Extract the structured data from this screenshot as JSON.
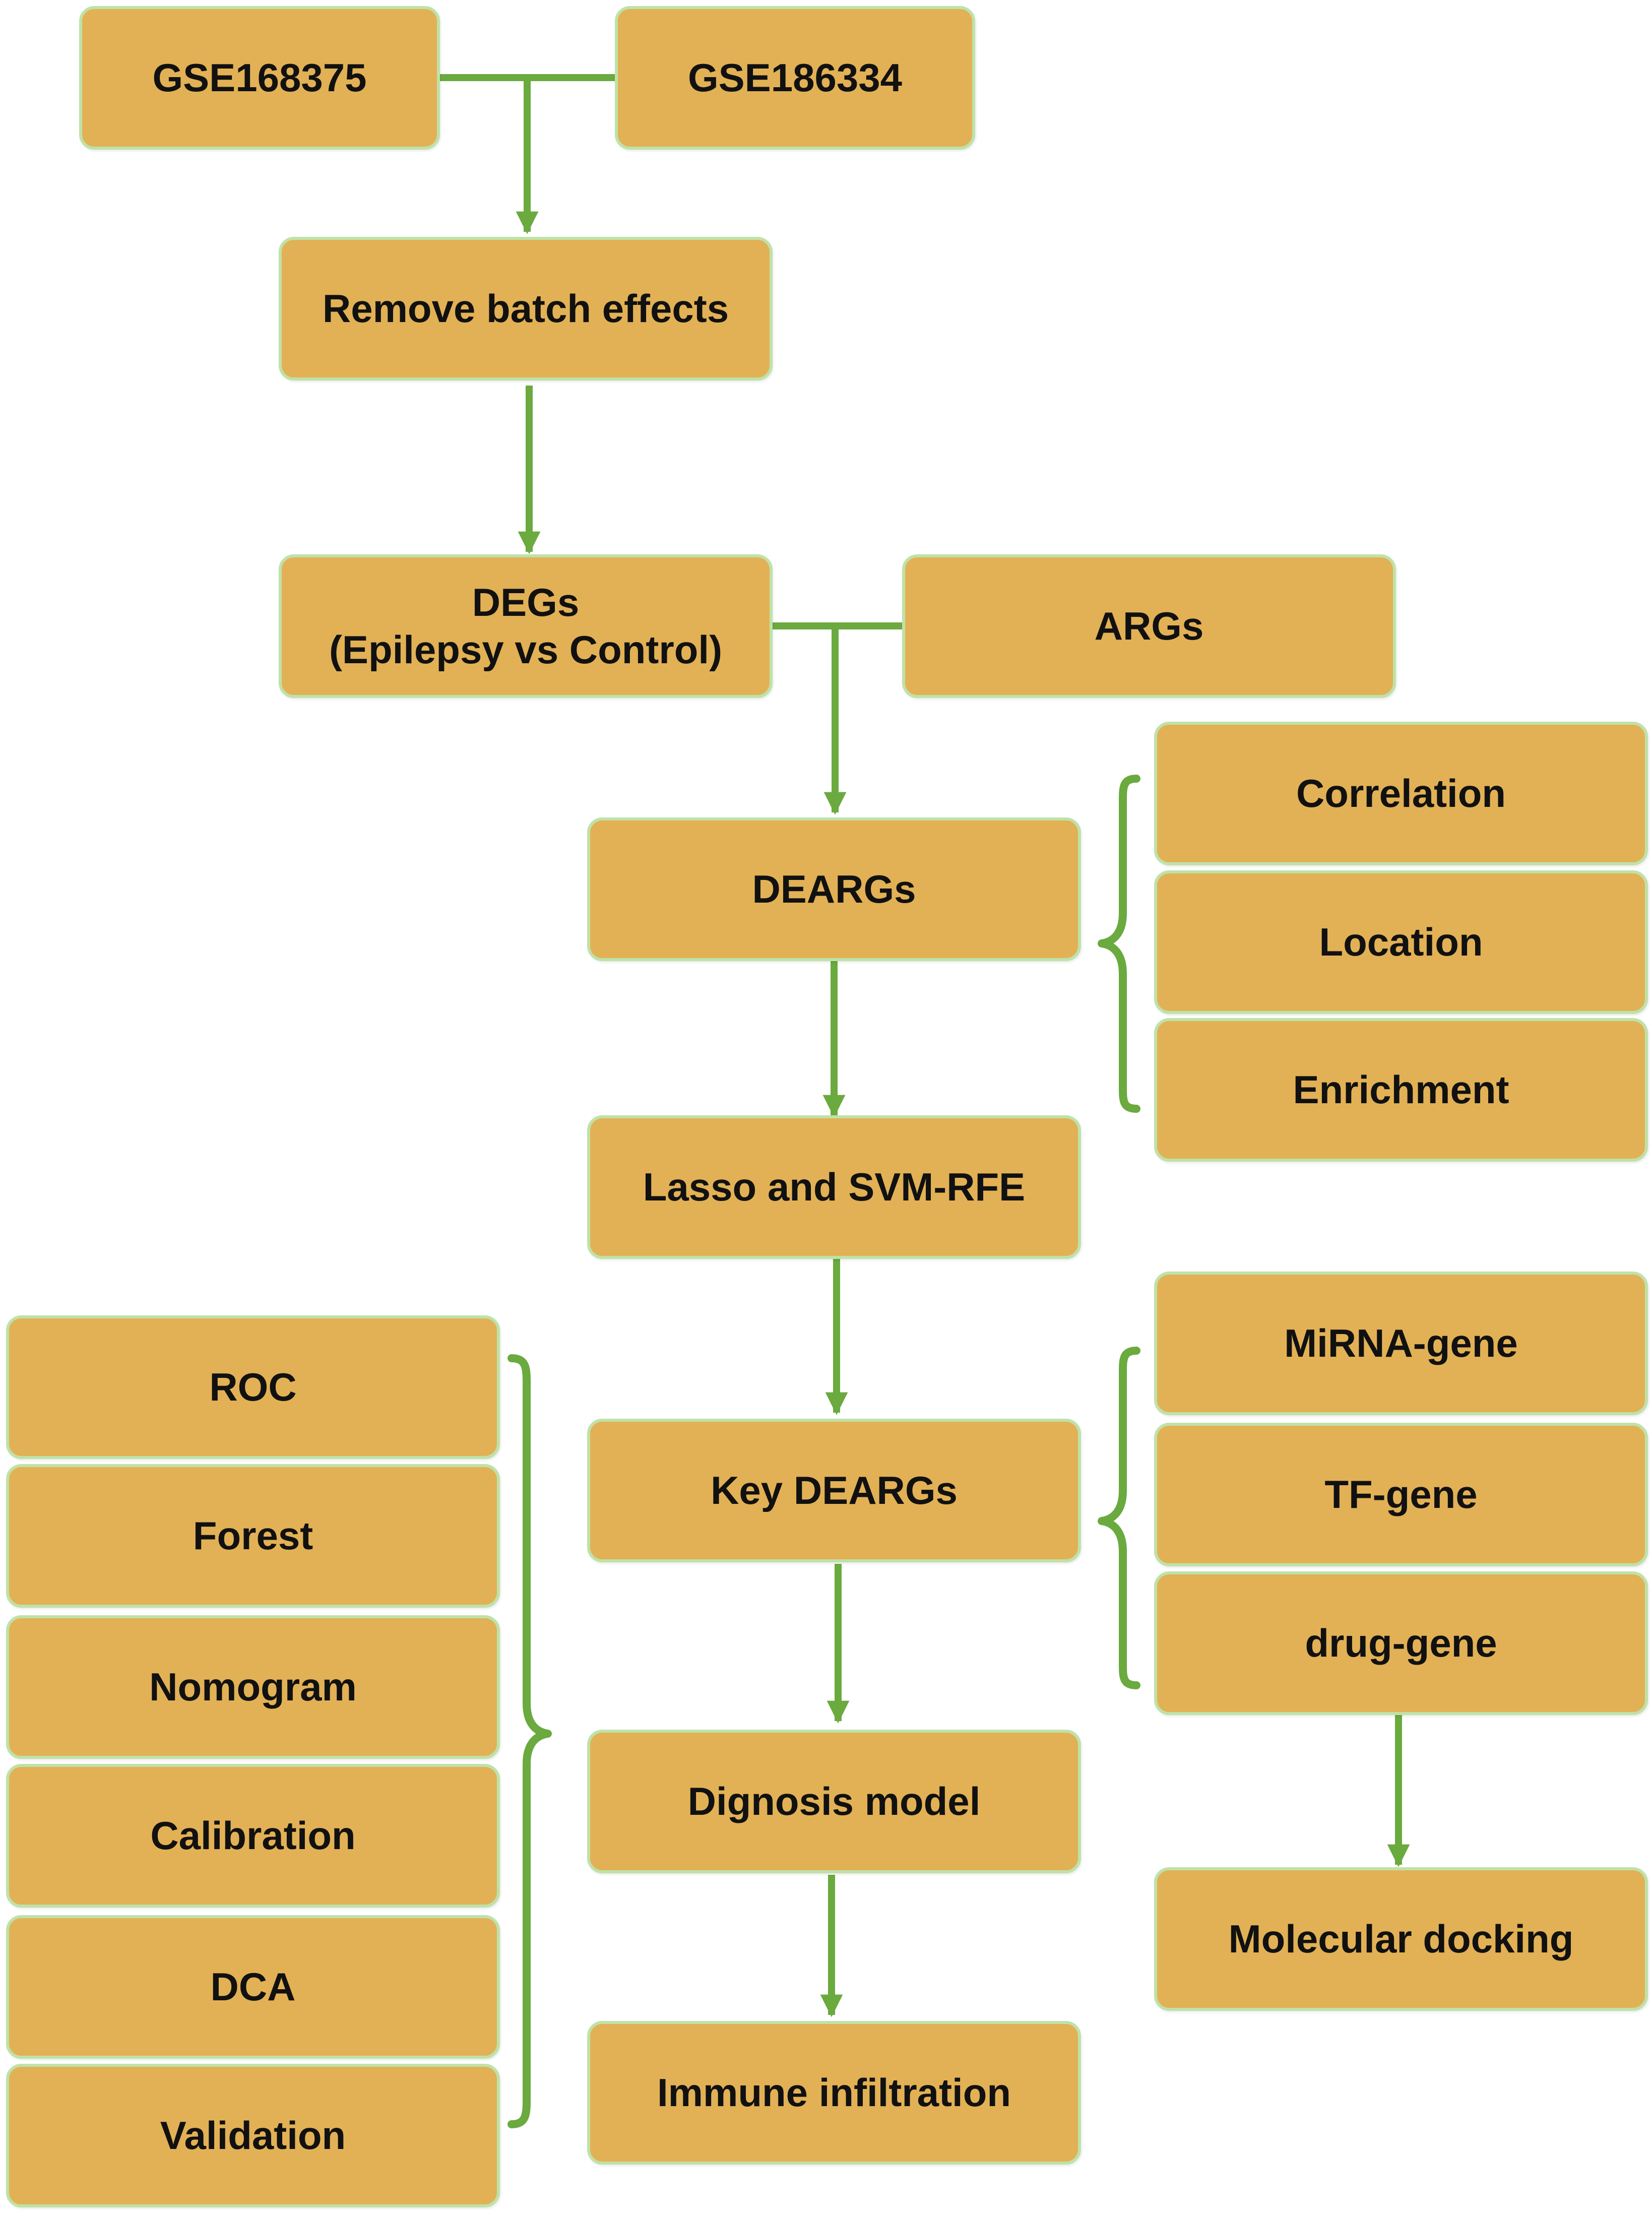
{
  "nodes": {
    "gse168375": "GSE168375",
    "gse186334": "GSE186334",
    "remove_batch": "Remove batch effects",
    "degs": "DEGs\n(Epilepsy vs Control)",
    "args": "ARGs",
    "deargs": "DEARGs",
    "correlation": "Correlation",
    "location": "Location",
    "enrichment": "Enrichment",
    "lasso": "Lasso and  SVM-RFE",
    "roc": "ROC",
    "forest": "Forest",
    "nomogram": "Nomogram",
    "calibration": "Calibration",
    "dca": "DCA",
    "validation": "Validation",
    "key_deargs": "Key DEARGs",
    "mirna_gene": "MiRNA-gene",
    "tf_gene": "TF-gene",
    "drug_gene": "drug-gene",
    "diagnosis_model": "Dignosis model",
    "molecular_docking": "Molecular docking",
    "immune_infiltration": "Immune infiltration"
  },
  "colors": {
    "box_fill": "#e2b155",
    "box_border": "#bfe2a8",
    "connector": "#6aaa3e",
    "text": "#111111"
  }
}
